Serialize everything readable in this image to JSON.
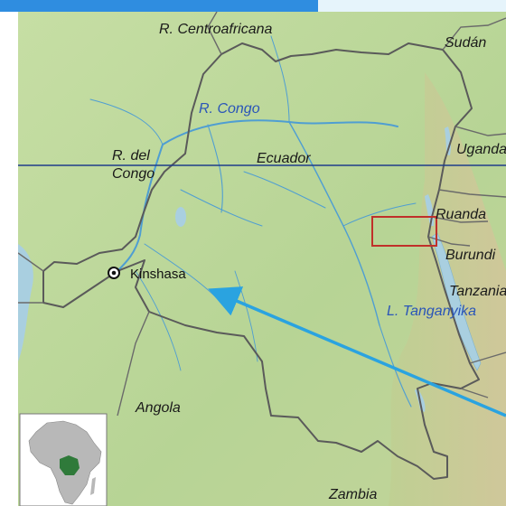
{
  "map": {
    "labels": {
      "car": "R. Centroafricana",
      "sudan": "Sudán",
      "river_congo": "R. Congo",
      "rep_congo_line1": "R. del",
      "rep_congo_line2": "Congo",
      "equator": "Ecuador",
      "uganda": "Uganda",
      "rwanda": "Ruanda",
      "burundi": "Burundi",
      "tanzania": "Tanzania",
      "lake_tanganyika": "L. Tanganyika",
      "angola": "Angola",
      "zambia": "Zambia",
      "capital": "Kinshasa"
    },
    "colors": {
      "land": "#b9d497",
      "highland": "#c9c79a",
      "water": "#a9cfe0",
      "river": "#4f9ed2",
      "border": "#5a5a5a",
      "equator": "#1f3d8a",
      "pointer_arrow": "#2aa3e0",
      "highlight_box": "#c0302a",
      "inset_continent": "#b8b8b8",
      "inset_country": "#2f7a3a"
    }
  }
}
